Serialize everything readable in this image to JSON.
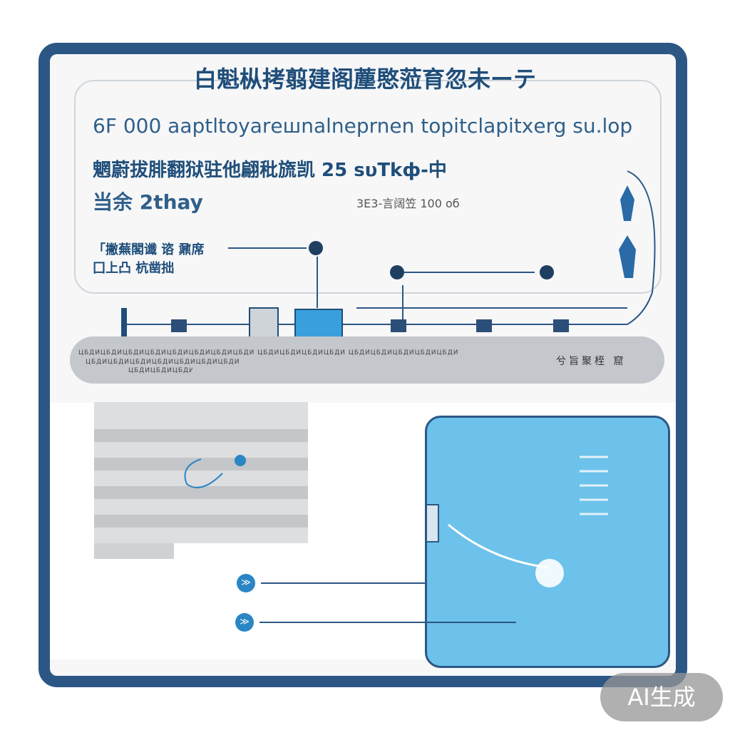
{
  "header": {
    "title": "白魁枞拷翦建阁薼愍蒞育忽未ーテ"
  },
  "info": {
    "line1": "6F 000 аарtltoyarешnalnерrnеn tоріtclарitхerg su.lор",
    "line2": "魍蔚拔腓翻狱驻他翩秕旒凯 25 sυTkф-中",
    "line3": "当余 2thay",
    "line3b": "3E3-言阔笠 100 oб",
    "left_label_1": "「撇蕪閣谶 谘 鼐席",
    "left_label_2": "囗上凸 杭凿拙"
  },
  "band": {
    "row1": "ЦБДИЦБДИЦБДИЦБДИЦБДИЦБДИЦБДИЦБДИ ЦБДИЦБДИЦБДИЦБДИ ЦБДИЦБДИЦБДИЦБДИЦБДИ",
    "row2": "ЦБДИЦБДИЦБДИЦБДИЦБДИЦБДИЦБДИ",
    "row3": "ЦБДИЦБДИЦБДИЦБДИЦБДИ",
    "right": "兮旨聚桎 窟"
  },
  "bullets": [
    {
      "label": "≫"
    },
    {
      "label": "≫"
    }
  ],
  "watermark": "AI生成",
  "colors": {
    "frame": "#2c5785",
    "panel": "#6cc2ea",
    "band": "#c4c7cb",
    "accent": "#2a86c4"
  }
}
